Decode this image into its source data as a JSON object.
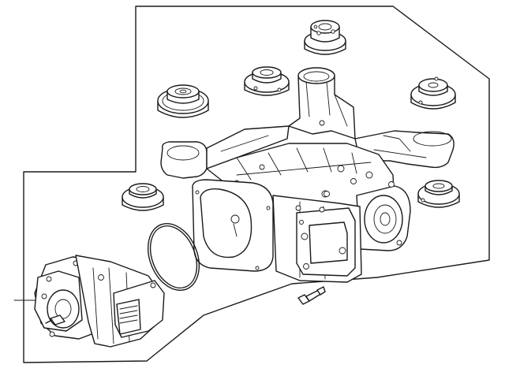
{
  "diagram": {
    "parts": [
      {
        "name": "axle-housing"
      },
      {
        "name": "housing-mount-bushing",
        "count": 6
      },
      {
        "name": "cover-o-ring-gasket"
      },
      {
        "name": "coupling-unit"
      },
      {
        "name": "breather-fitting"
      }
    ],
    "colors": {
      "line": "#1a1a1a",
      "panel": "#ffffff"
    }
  }
}
